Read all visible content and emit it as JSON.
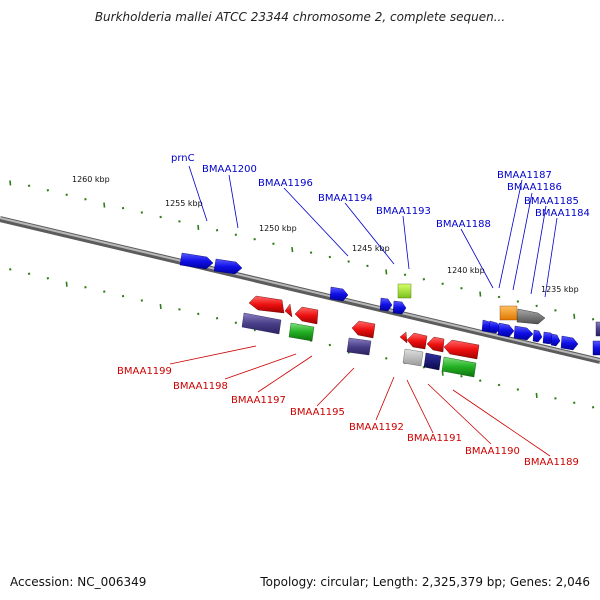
{
  "title": "Burkholderia mallei ATCC 23344 chromosome 2, complete sequen...",
  "footer": {
    "accession": "Accession: NC_006349",
    "summary": "Topology: circular; Length: 2,325,379 bp; Genes: 2,046"
  },
  "scale_labels": [
    "1260 kbp",
    "1255 kbp",
    "1250 kbp",
    "1245 kbp",
    "1240 kbp",
    "1235 kbp"
  ],
  "genes_top": [
    "prnC",
    "BMAA1200",
    "BMAA1196",
    "BMAA1194",
    "BMAA1193",
    "BMAA1188",
    "BMAA1187",
    "BMAA1186",
    "BMAA1185",
    "BMAA1184"
  ],
  "genes_bottom": [
    "BMAA1199",
    "BMAA1198",
    "BMAA1197",
    "BMAA1195",
    "BMAA1192",
    "BMAA1191",
    "BMAA1190",
    "BMAA1189"
  ],
  "colors": {
    "top_label": "#0000cc",
    "bottom_label": "#cc0000",
    "backbone": "#888888",
    "tick": "#2e7d1a",
    "forward_gene": "#1414e6",
    "reverse_gene": "#e61414"
  }
}
